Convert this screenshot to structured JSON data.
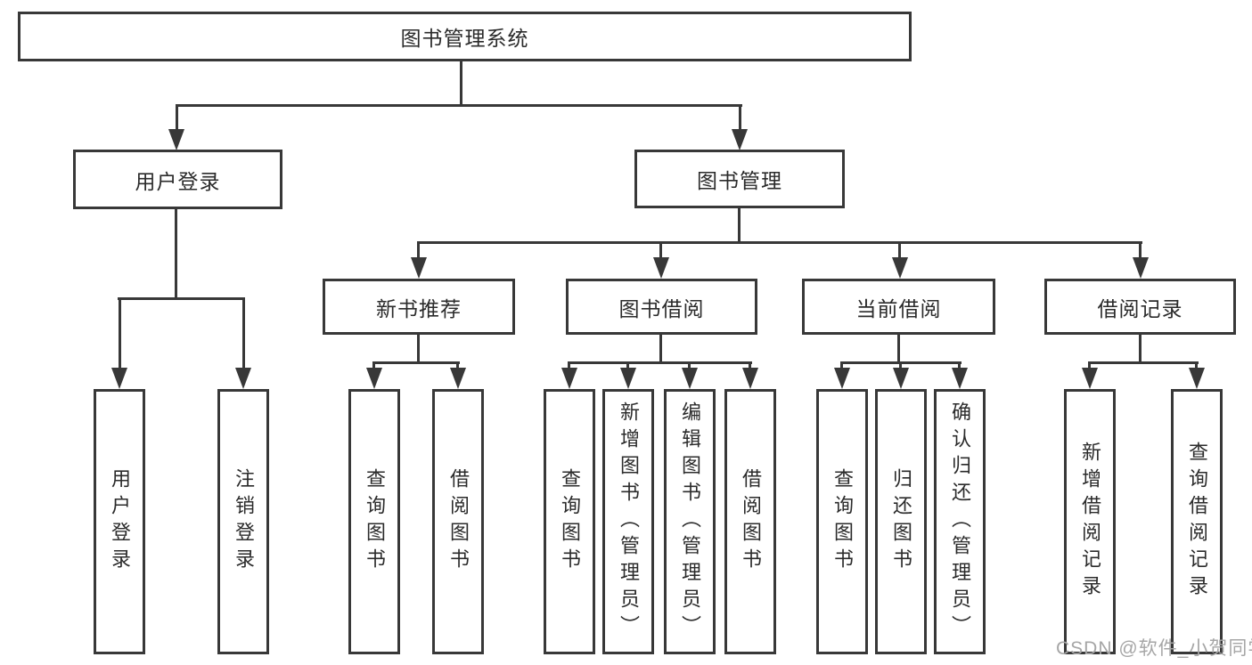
{
  "palette": {
    "line_color": "#383838",
    "text_color": "#2b2b2b",
    "background": "#ffffff",
    "watermark_color": "#a6a6a6"
  },
  "tree": {
    "root": {
      "label": "图书管理系统",
      "children": [
        {
          "label": "用户登录",
          "children": [
            {
              "label": "用户登录"
            },
            {
              "label": "注销登录"
            }
          ]
        },
        {
          "label": "图书管理",
          "children": [
            {
              "label": "新书推荐",
              "children": [
                {
                  "label": "查询图书"
                },
                {
                  "label": "借阅图书"
                }
              ]
            },
            {
              "label": "图书借阅",
              "children": [
                {
                  "label": "查询图书"
                },
                {
                  "label": "新增图书（管理员）"
                },
                {
                  "label": "编辑图书（管理员）"
                },
                {
                  "label": "借阅图书"
                }
              ]
            },
            {
              "label": "当前借阅",
              "children": [
                {
                  "label": "查询图书"
                },
                {
                  "label": "归还图书"
                },
                {
                  "label": "确认归还（管理员）"
                }
              ]
            },
            {
              "label": "借阅记录",
              "children": [
                {
                  "label": "新增借阅记录"
                },
                {
                  "label": "查询借阅记录"
                }
              ]
            }
          ]
        }
      ]
    }
  },
  "watermark": {
    "text": "CSDN @软件_小贺同学"
  }
}
